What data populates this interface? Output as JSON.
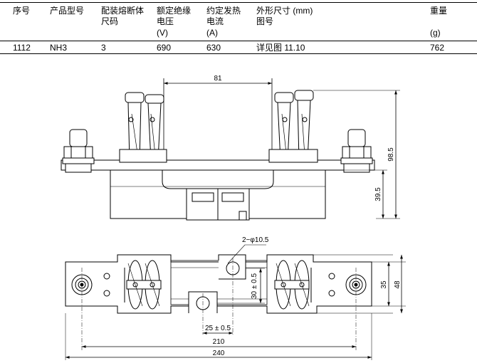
{
  "table": {
    "headers": {
      "no": "序号",
      "model": [
        "产品型号"
      ],
      "body_size": [
        "配装熔断体",
        "尺码"
      ],
      "voltage": [
        "额定绝缘",
        "电压",
        "(V)"
      ],
      "current": [
        "约定发热",
        "电流",
        "(A)"
      ],
      "dims": [
        "外形尺寸 (mm)",
        "图号"
      ],
      "weight": [
        "重量",
        "",
        "(g)"
      ]
    },
    "row": {
      "no": "1112",
      "model": "NH3",
      "body_size": "3",
      "voltage": "690",
      "current": "630",
      "dims": "详见图 11.10",
      "weight": "762"
    }
  },
  "drawing": {
    "dims": {
      "top_width": "81",
      "height_total": "98.5",
      "height_base": "39.5",
      "hole": "2−φ10.5",
      "vert_30": "30 ± 0.5",
      "width_35": "35",
      "width_48": "48",
      "horiz_25": "25 ± 0.5",
      "len_210": "210",
      "len_240": "240"
    }
  }
}
